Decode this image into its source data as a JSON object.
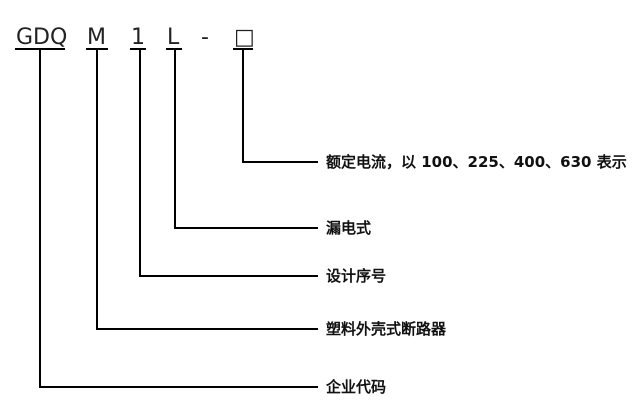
{
  "code_segments": [
    {
      "text": "GDQ",
      "meaning": "企业代码"
    },
    {
      "text": "M",
      "meaning": "塑料外壳式断路器"
    },
    {
      "text": "1",
      "meaning": "设计序号"
    },
    {
      "text": "L",
      "meaning": "漏电式"
    },
    {
      "text": "-",
      "meaning": ""
    },
    {
      "text": "□",
      "meaning": "额定电流，以 100、225、400、630 表示"
    }
  ]
}
